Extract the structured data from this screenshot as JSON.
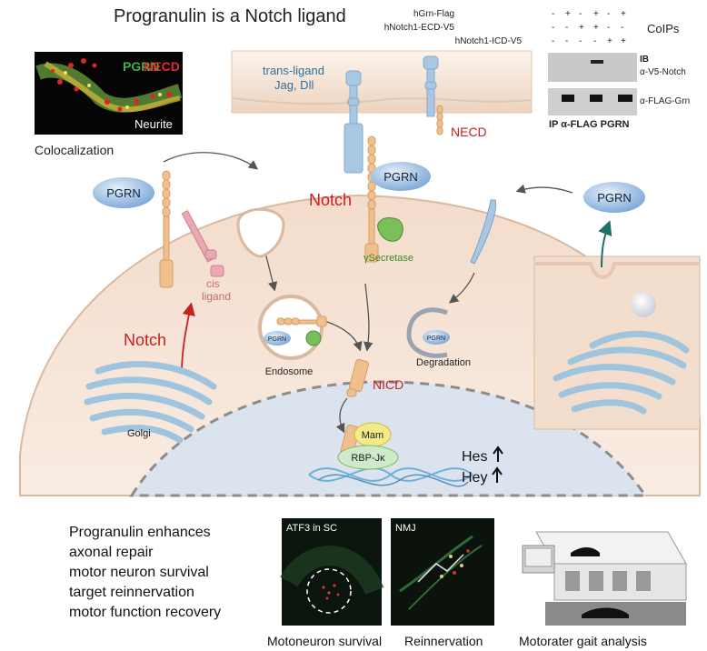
{
  "title": "Progranulin is a Notch ligand",
  "inset": {
    "pgrn_label": "PGRN",
    "necd_label": "NECD",
    "neurite_label": "Neurite",
    "caption": "Colocalization"
  },
  "blot": {
    "rows": [
      {
        "label": "hGrn-Flag",
        "signs": [
          "-",
          "+",
          "-",
          "+",
          "-",
          "+"
        ]
      },
      {
        "label": "hNotch1-ECD-V5",
        "signs": [
          "-",
          "-",
          "+",
          "+",
          "-",
          "-"
        ]
      },
      {
        "label": "hNotch1-ICD-V5",
        "signs": [
          "-",
          "-",
          "-",
          "-",
          "+",
          "+"
        ]
      }
    ],
    "coips": "CoIPs",
    "ib": "IB",
    "band1_label": "α-V5-Notch",
    "band2_label": "α-FLAG-Grn",
    "ip_label": "IP α-FLAG PGRN"
  },
  "diagram": {
    "trans_ligand": "trans-ligand",
    "jag_dll": "Jag, Dll",
    "necd": "NECD",
    "pgrn_top": "PGRN",
    "pgrn_left": "PGRN",
    "pgrn_right": "PGRN",
    "notch_center": "Notch",
    "gamma_secretase": "γSecretase",
    "cis": "cis",
    "ligand": "ligand",
    "notch_left": "Notch",
    "pgrn_endosome": "PGRN",
    "endosome": "Endosome",
    "pgrn_degradation": "PGRN",
    "degradation": "Degradation",
    "nicd": "NICD",
    "golgi": "Golgi",
    "mam": "Mam",
    "rbp": "RBP-Jκ",
    "hes": "Hes",
    "hey": "Hey"
  },
  "outcomes": {
    "heading": "Progranulin enhances",
    "items": [
      "axonal repair",
      "motor neuron survival",
      "target reinnervation",
      "motor function recovery"
    ]
  },
  "panels": [
    {
      "label": "ATF3 in SC",
      "caption": "Motoneuron survival"
    },
    {
      "label": "NMJ",
      "caption": "Reinnervation"
    },
    {
      "label": "",
      "caption": "Motorater gait analysis"
    }
  ],
  "colors": {
    "notch_red": "#c8201e",
    "pgrn_blue": "#8fb5dc",
    "cell_fill": "#f6e4d7",
    "nucleus_fill": "#dde6f0",
    "golgi_blue": "#9ec4de",
    "secretase_green": "#7bbf5a"
  }
}
